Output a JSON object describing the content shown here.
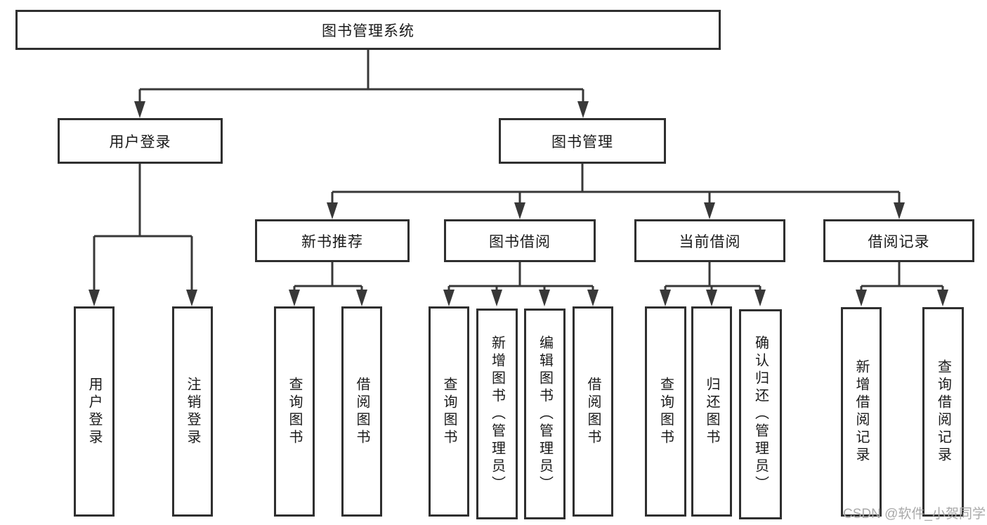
{
  "page": {
    "watermark": "CSDN @软件_小贺同学"
  },
  "diagram": {
    "type": "hierarchy-tree",
    "root": {
      "label": "图书管理系统"
    },
    "level2": [
      {
        "label": "用户登录"
      },
      {
        "label": "图书管理"
      }
    ],
    "level3": [
      {
        "label": "新书推荐"
      },
      {
        "label": "图书借阅"
      },
      {
        "label": "当前借阅"
      },
      {
        "label": "借阅记录"
      }
    ],
    "leaves": {
      "user_login": [
        "用户登录",
        "注销登录"
      ],
      "new_book": [
        "查询图书",
        "借阅图书"
      ],
      "book_borrow": [
        "查询图书",
        "新增图书（管理员）",
        "编辑图书（管理员）",
        "借阅图书"
      ],
      "current_borrow": [
        "查询图书",
        "归还图书",
        "确认归还（管理员）"
      ],
      "borrow_record": [
        "新增借阅记录",
        "查询借阅记录"
      ]
    },
    "colors": {
      "line": "#383838",
      "box_border": "#2f2f2f",
      "text": "#1a1a1a",
      "watermark": "#a9a9a9",
      "background": "#ffffff"
    }
  }
}
